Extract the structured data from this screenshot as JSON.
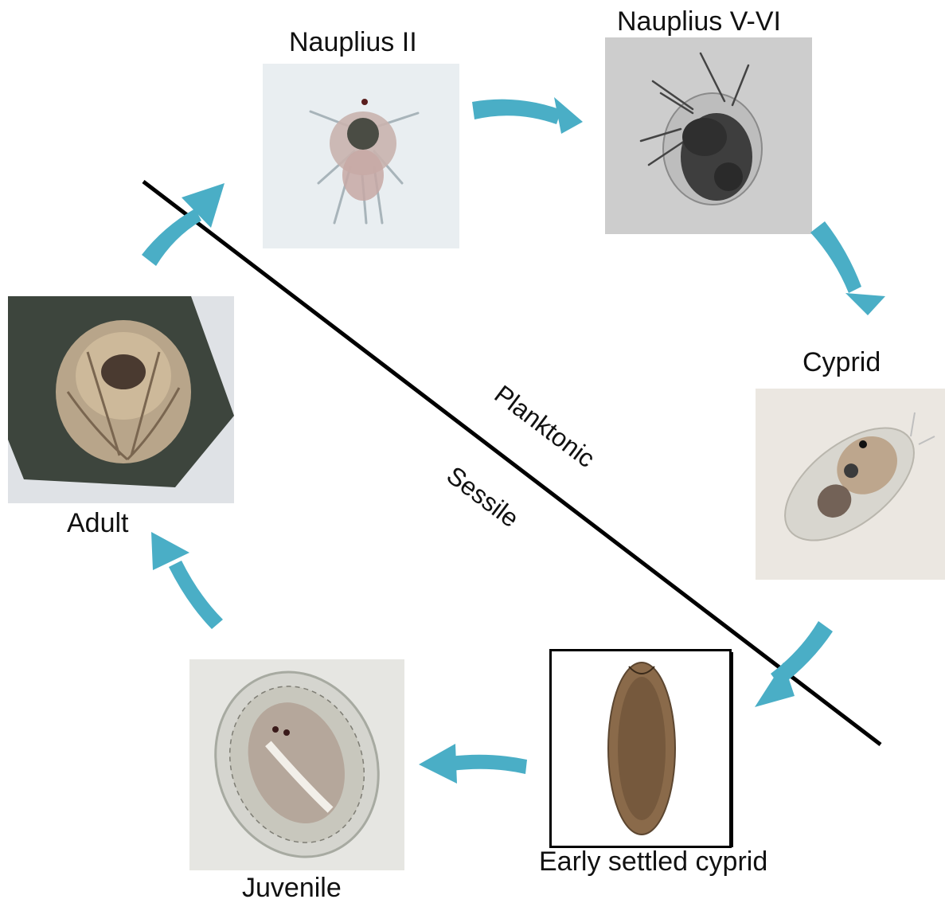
{
  "stages": {
    "nauplius2": "Nauplius II",
    "nauplius56": "Nauplius V-VI",
    "cyprid": "Cyprid",
    "early_settled": "Early settled cyprid",
    "juvenile": "Juvenile",
    "adult": "Adult"
  },
  "zones": {
    "planktonic": "Planktonic",
    "sessile": "Sessile"
  },
  "colors": {
    "arrow": "#4aaec6",
    "divider": "#000000"
  }
}
